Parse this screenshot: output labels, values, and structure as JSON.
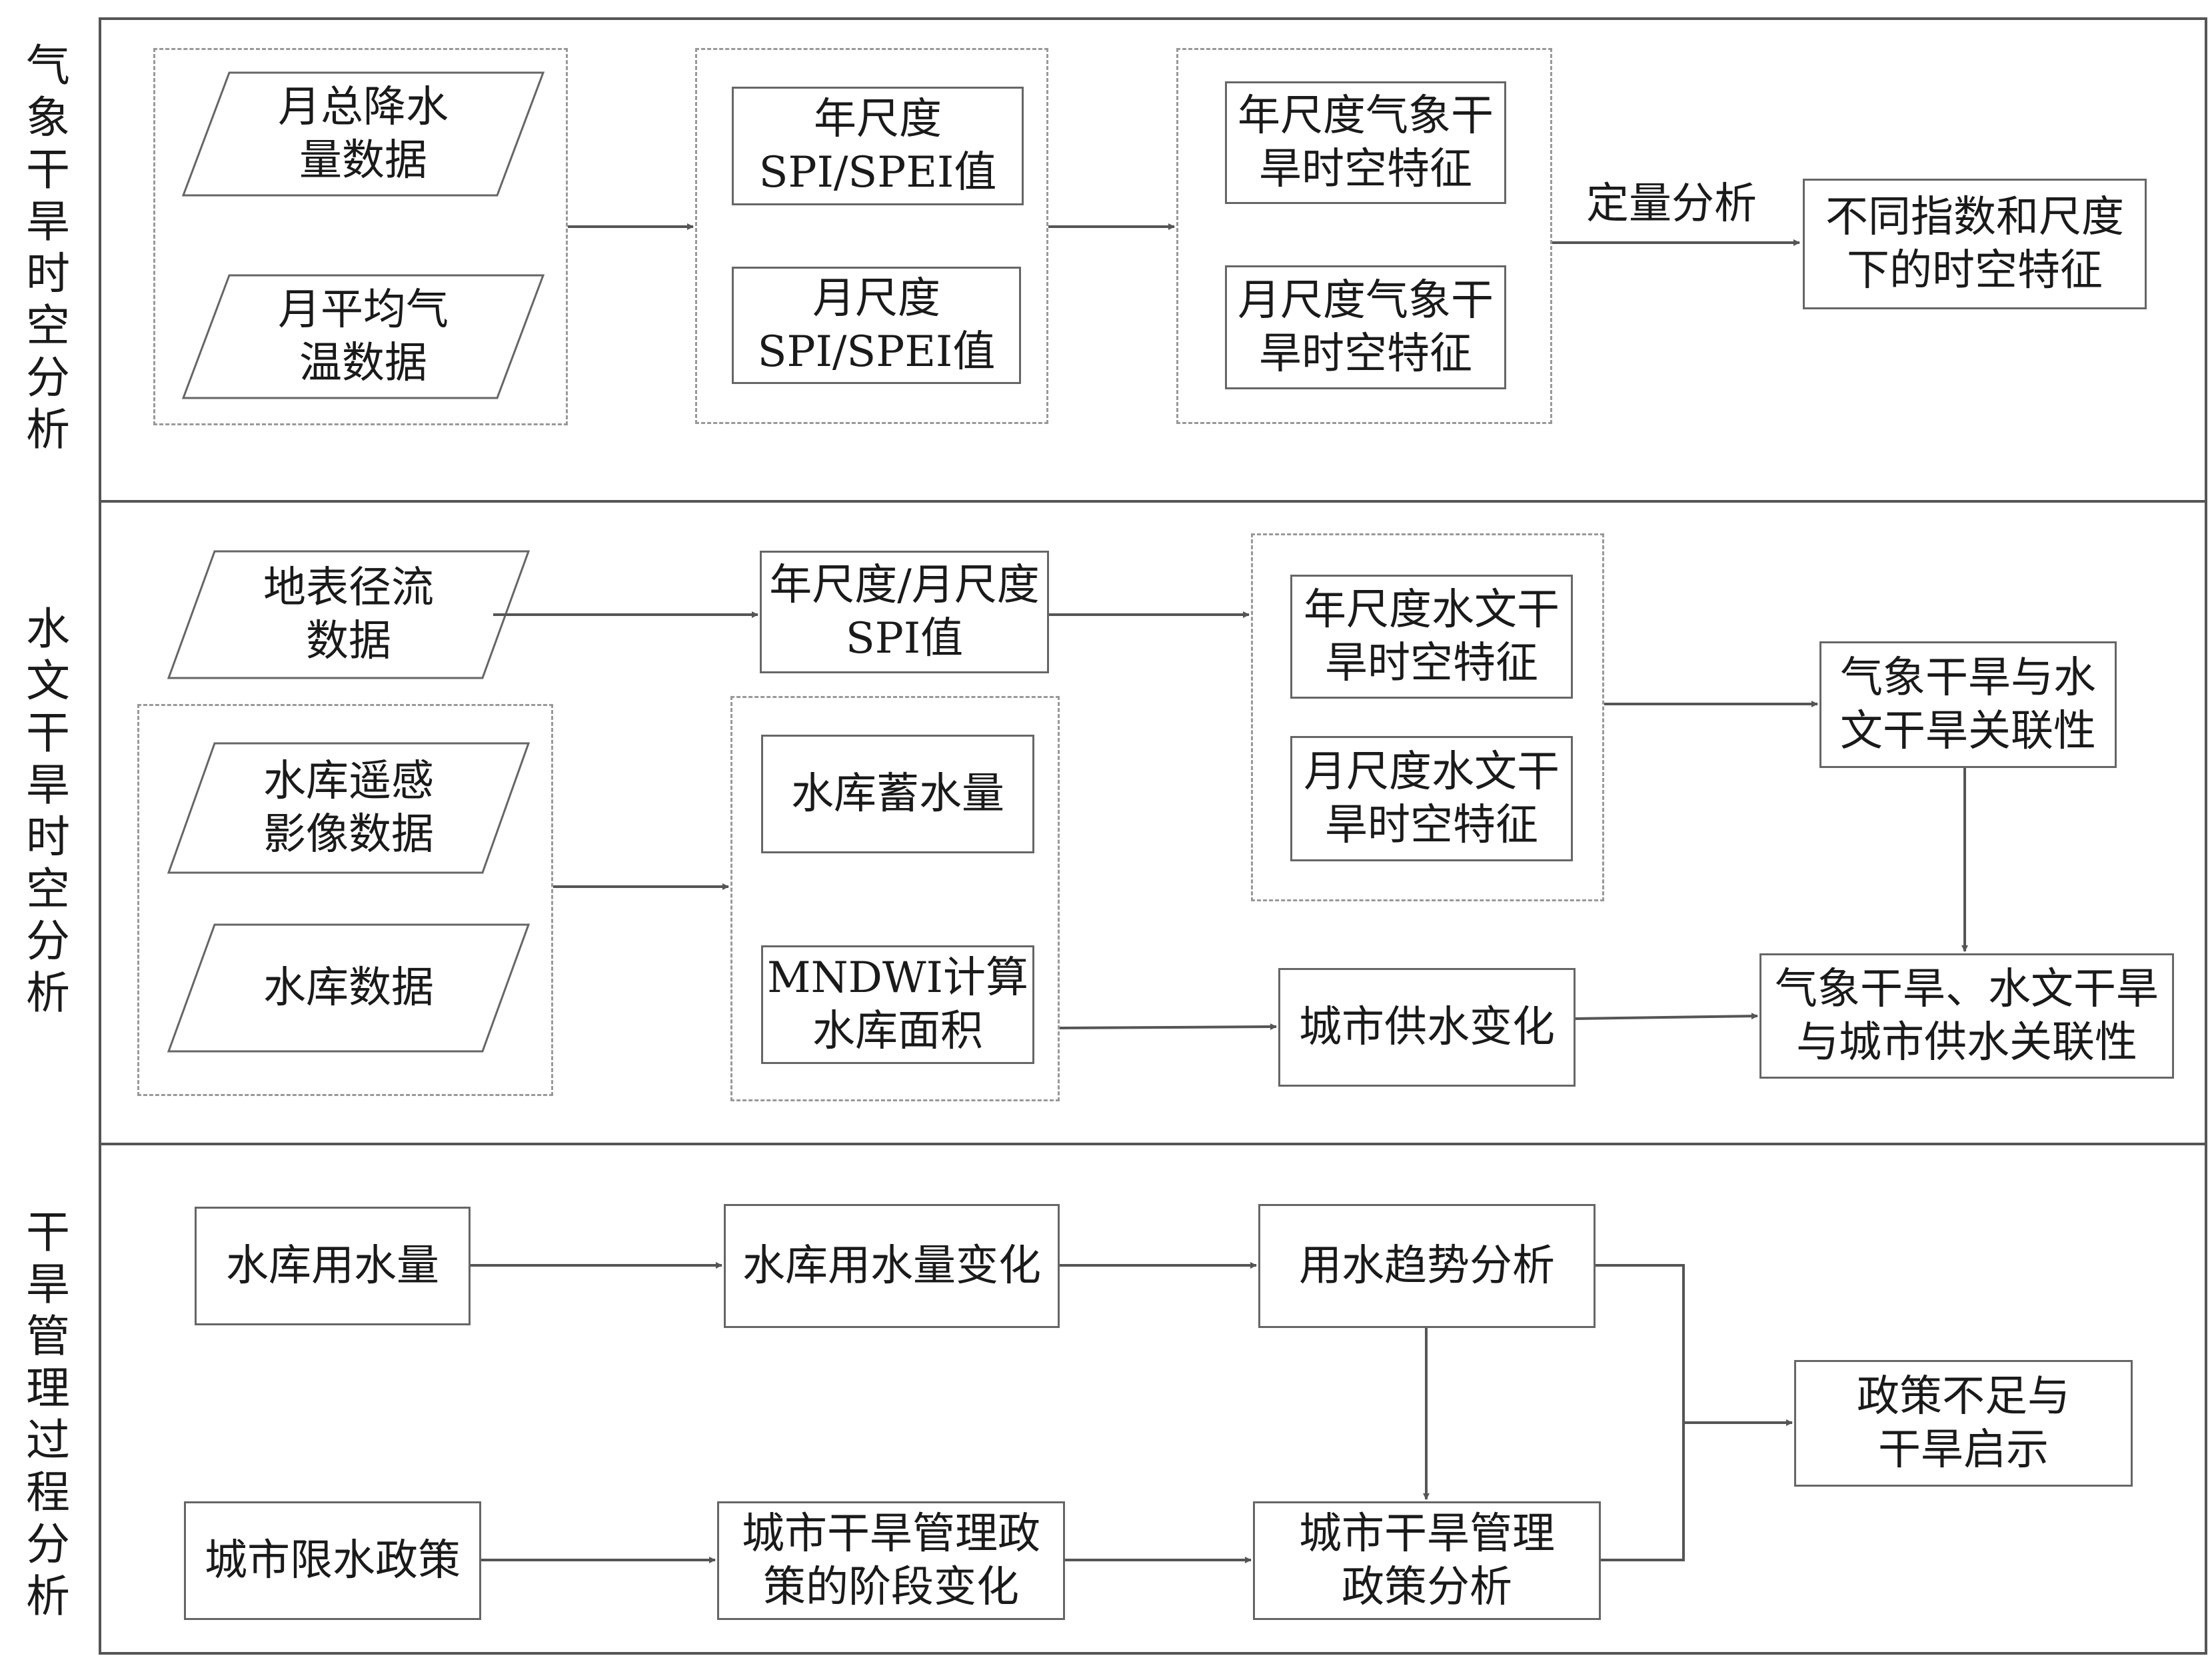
{
  "sections": {
    "meteorological": {
      "label": [
        "气",
        "象",
        "干",
        "旱",
        "时",
        "空",
        "分",
        "析"
      ],
      "inputs": [
        "月总降水\n量数据",
        "月平均气\n温数据"
      ],
      "indices": [
        "年尺度\nSPI/SPEI值",
        "月尺度\nSPI/SPEI值"
      ],
      "features": [
        "年尺度气象干\n旱时空特征",
        "月尺度气象干\n旱时空特征"
      ],
      "arrow_label": "定量分析",
      "result": "不同指数和尺度\n下的时空特征"
    },
    "hydrological": {
      "label": [
        "水",
        "文",
        "干",
        "旱",
        "时",
        "空",
        "分",
        "析"
      ],
      "runoff_input": "地表径流\n数据",
      "spi_box": "年尺度/月尺度\nSPI值",
      "reservoir_inputs": [
        "水库遥感\n影像数据",
        "水库数据"
      ],
      "reservoir_calc": [
        "水库蓄水量",
        "MNDWI计算\n水库面积"
      ],
      "features": [
        "年尺度水文干\n旱时空特征",
        "月尺度水文干\n旱时空特征"
      ],
      "correlation": "气象干旱与水\n文干旱关联性",
      "supply_change": "城市供水变化",
      "supply_correlation": "气象干旱、水文干旱\n与城市供水关联性"
    },
    "management": {
      "label": [
        "干",
        "旱",
        "管",
        "理",
        "过",
        "程",
        "分",
        "析"
      ],
      "water_use": "水库用水量",
      "water_use_change": "水库用水量变化",
      "trend": "用水趋势分析",
      "policy": "城市限水政策",
      "policy_stages": "城市干旱管理政\n策的阶段变化",
      "policy_analysis": "城市干旱管理\n政策分析",
      "result": "政策不足与\n干旱启示"
    }
  },
  "colors": {
    "line": "#555555",
    "border": "#666666",
    "dashed": "#999999",
    "text": "#1a1a1a"
  }
}
